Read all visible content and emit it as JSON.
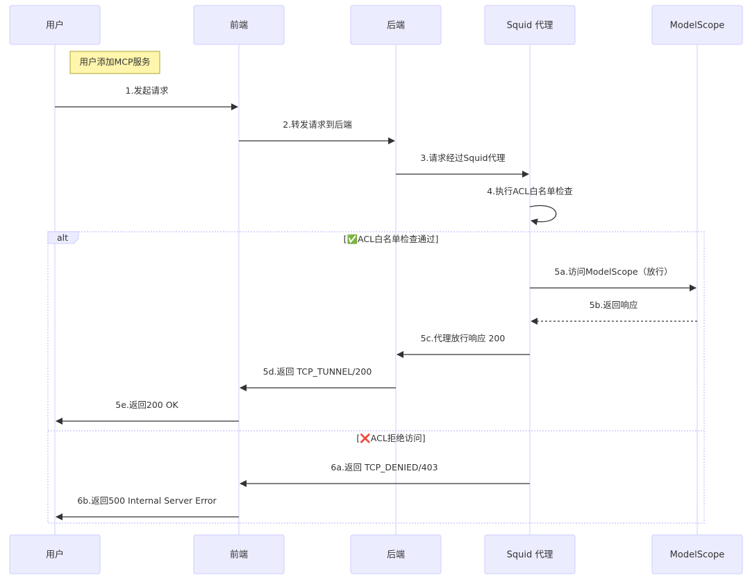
{
  "actors": [
    {
      "id": "user",
      "label": "用户"
    },
    {
      "id": "frontend",
      "label": "前端"
    },
    {
      "id": "backend",
      "label": "后端"
    },
    {
      "id": "squid",
      "label": "Squid 代理"
    },
    {
      "id": "modelscope",
      "label": "ModelScope"
    }
  ],
  "note": {
    "text": "用户添加MCP服务"
  },
  "messages": [
    {
      "id": "m1",
      "from": "user",
      "to": "frontend",
      "label": "1.发起请求",
      "style": "solid"
    },
    {
      "id": "m2",
      "from": "frontend",
      "to": "backend",
      "label": "2.转发请求到后端",
      "style": "solid"
    },
    {
      "id": "m3",
      "from": "backend",
      "to": "squid",
      "label": "3.请求经过Squid代理",
      "style": "solid"
    },
    {
      "id": "m4",
      "from": "squid",
      "to": "squid",
      "label": "4.执行ACL白名单检查",
      "style": "self"
    },
    {
      "id": "m5a",
      "from": "squid",
      "to": "modelscope",
      "label": "5a.访问ModelScope（放行）",
      "style": "solid"
    },
    {
      "id": "m5b",
      "from": "modelscope",
      "to": "squid",
      "label": "5b.返回响应",
      "style": "dashed"
    },
    {
      "id": "m5c",
      "from": "squid",
      "to": "backend",
      "label": "5c.代理放行响应 200",
      "style": "solid"
    },
    {
      "id": "m5d",
      "from": "backend",
      "to": "frontend",
      "label": "5d.返回 TCP_TUNNEL/200",
      "style": "solid"
    },
    {
      "id": "m5e",
      "from": "frontend",
      "to": "user",
      "label": "5e.返回200 OK",
      "style": "solid"
    },
    {
      "id": "m6a",
      "from": "squid",
      "to": "frontend",
      "label": "6a.返回 TCP_DENIED/403",
      "style": "solid"
    },
    {
      "id": "m6b",
      "from": "frontend",
      "to": "user",
      "label": "6b.返回500 Internal Server Error",
      "style": "solid"
    }
  ],
  "alt": {
    "keyword": "alt",
    "branches": [
      {
        "condition": "[✅ACL白名单检查通过]"
      },
      {
        "condition": "[❌ACL拒绝访问]"
      }
    ]
  }
}
